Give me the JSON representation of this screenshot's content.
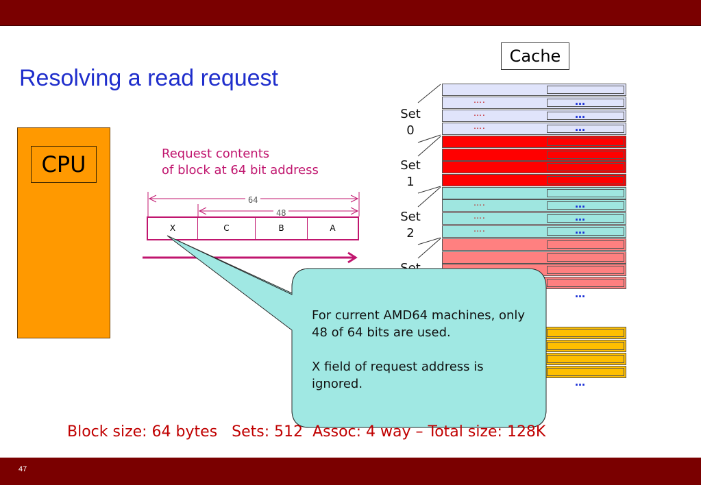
{
  "slide": {
    "title": "Resolving a read request",
    "page_number": "47"
  },
  "cpu": {
    "label": "CPU"
  },
  "cache": {
    "label": "Cache"
  },
  "request": {
    "text": "Request contents\nof block at 64 bit address",
    "dim_64": "64",
    "dim_48": "48",
    "fields": [
      "X",
      "C",
      "B",
      "A"
    ]
  },
  "sets": [
    {
      "label": "Set\n0",
      "color": "#e0e4fb",
      "tag_color": "#e0e4fb"
    },
    {
      "label": "Set\n1",
      "color": "#ff0000",
      "tag_color": "#ff0000"
    },
    {
      "label": "Set\n2",
      "color": "#9fe6e0",
      "tag_color": "#9fe6e0"
    },
    {
      "label": "Set",
      "color": "#ff8080",
      "tag_color": "#ff8080"
    },
    {
      "label": "",
      "color": "#ffbf00",
      "tag_color": "#ffbf00"
    }
  ],
  "markers": {
    "data_dots": "….",
    "tag_dots": "…",
    "more_dots": "…"
  },
  "callout": {
    "text": "For current AMD64 machines, only 48 of 64 bits are used.\n\nX field of request address is ignored.",
    "fill": "#a0e8e3"
  },
  "footer_note": "Block size: 64 bytes   Sets: 512  Assoc: 4 way – Total size: 128K"
}
